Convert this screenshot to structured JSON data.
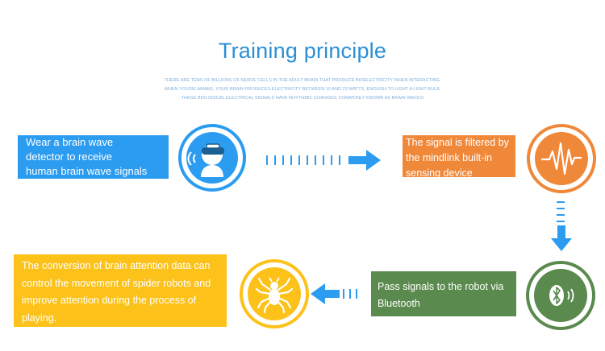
{
  "header": {
    "title": "Training principle",
    "subtitle_lines": [
      "THERE ARE TENS OF BILLIONS OF NERVE CELLS IN THE ADULT BRAIN THAT PRODUCE BIOELECTRICITY WHEN INTERACTING,",
      "WHEN YOU'RE AWAKE, YOUR BRAIN PRODUCES ELECTRICITY BETWEEN 10 AND 23 WATTS, ENOUGH TO LIGHT A LIGHT BULB,",
      "THESE BIOLOGICAL ELECTRICAL SIGNALS HAVE RHYTHMIC CHANGES, COMMONLY KNOWN AS BRAIN WAVES!"
    ]
  },
  "steps": {
    "wear": {
      "lines": [
        "Wear a brain wave",
        "detector to receive",
        "human brain wave signals"
      ],
      "icon": "head-headset-icon",
      "color": "#2b9cf0"
    },
    "filter": {
      "lines": [
        "The signal is filtered by",
        "the mindlink built-in",
        "sensing device"
      ],
      "icon": "waveform-icon",
      "color": "#f0883a"
    },
    "pass": {
      "lines": [
        "Pass signals to the robot via",
        "Bluetooth"
      ],
      "icon": "bluetooth-icon",
      "color": "#5a8a4e"
    },
    "conversion": {
      "lines": [
        "The conversion of brain attention data can",
        "control the movement of spider robots and",
        "improve attention during the process of",
        "playing."
      ],
      "icon": "spider-icon",
      "color": "#fcc21a"
    }
  },
  "arrow_color": "#2b9cf0"
}
